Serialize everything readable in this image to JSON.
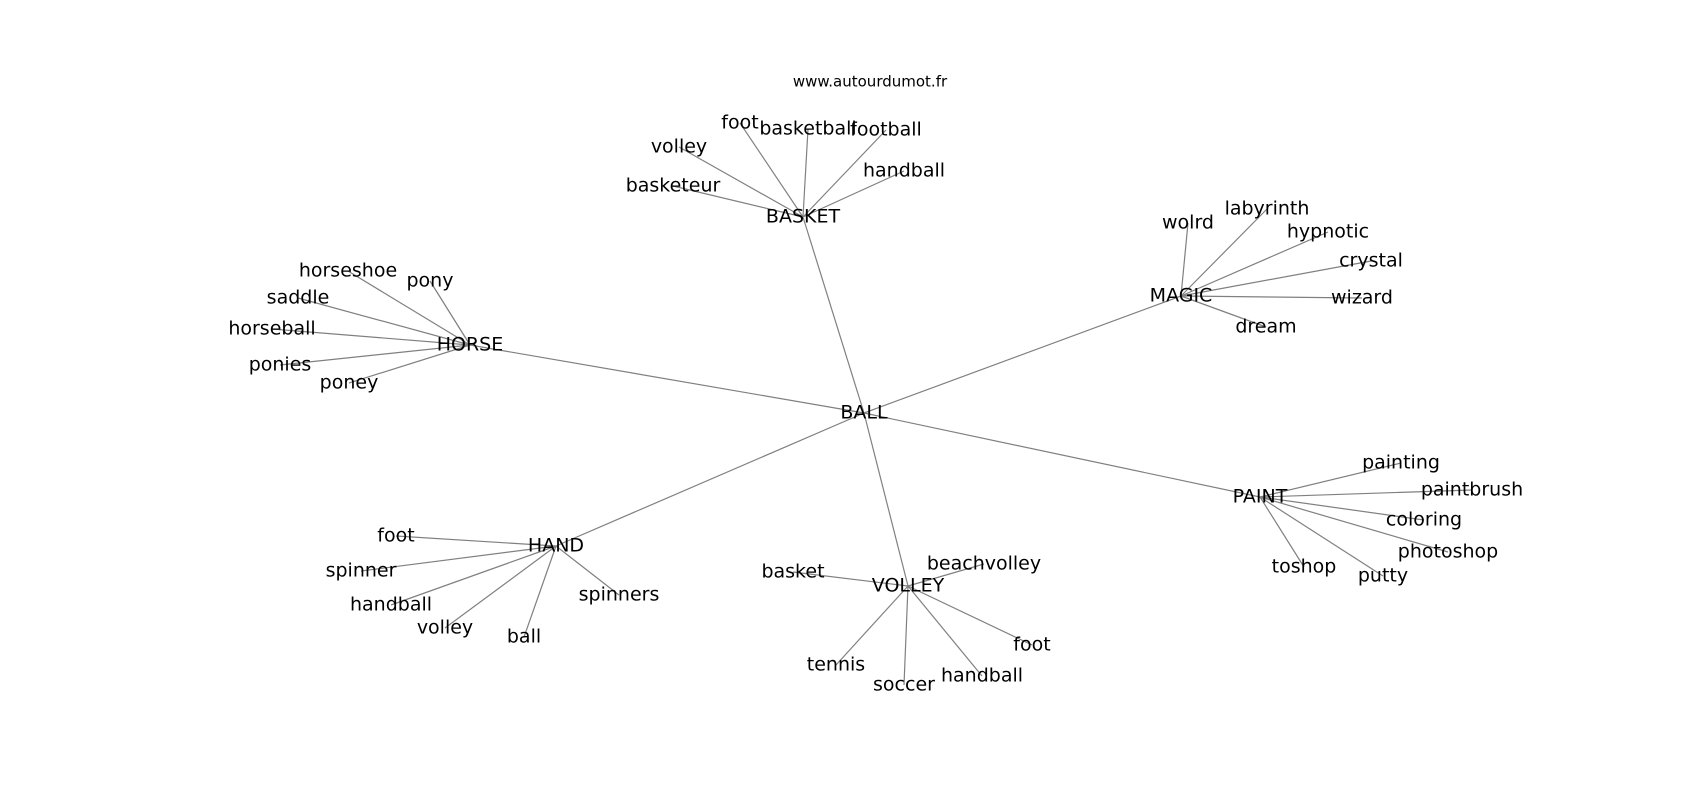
{
  "site_url": "www.autourdumot.fr",
  "center": "BALL",
  "hubs": [
    {
      "label": "BASKET",
      "leaves": [
        "foot",
        "basketball",
        "football",
        "volley",
        "handball",
        "basketeur"
      ]
    },
    {
      "label": "MAGIC",
      "leaves": [
        "labyrinth",
        "wolrd",
        "hypnotic",
        "crystal",
        "wizard",
        "dream"
      ]
    },
    {
      "label": "HORSE",
      "leaves": [
        "horseshoe",
        "pony",
        "saddle",
        "horseball",
        "ponies",
        "poney"
      ]
    },
    {
      "label": "PAINT",
      "leaves": [
        "painting",
        "paintbrush",
        "coloring",
        "photoshop",
        "toshop",
        "putty"
      ]
    },
    {
      "label": "HAND",
      "leaves": [
        "foot",
        "spinner",
        "handball",
        "spinners",
        "volley",
        "ball"
      ]
    },
    {
      "label": "VOLLEY",
      "leaves": [
        "beachvolley",
        "basket",
        "foot",
        "tennis",
        "handball",
        "soccer"
      ]
    }
  ]
}
